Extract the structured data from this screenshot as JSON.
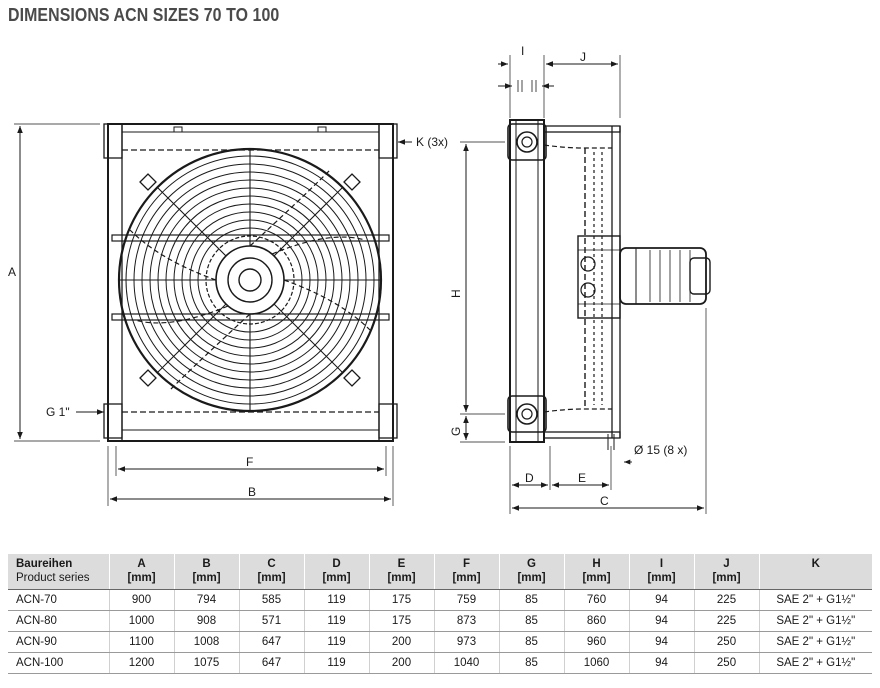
{
  "page": {
    "title": "DIMENSIONS ACN SIZES 70 TO 100"
  },
  "drawing": {
    "labels": {
      "a": "A",
      "b": "B",
      "c": "C",
      "d": "D",
      "e": "E",
      "f": "F",
      "g": "G",
      "g1": "G 1\"",
      "h": "H",
      "i": "I",
      "j": "J",
      "k": "K (3x)",
      "dia": "Ø 15 (8 x)"
    }
  },
  "table": {
    "header": {
      "series_de": "Baureihen",
      "series_en": "Product series",
      "unit": "[mm]",
      "columns": [
        "A",
        "B",
        "C",
        "D",
        "E",
        "F",
        "G",
        "H",
        "I",
        "J",
        "K"
      ]
    },
    "rows": [
      {
        "name": "ACN-70",
        "cells": [
          "900",
          "794",
          "585",
          "119",
          "175",
          "759",
          "85",
          "760",
          "94",
          "225",
          "SAE 2\" + G1½\""
        ]
      },
      {
        "name": "ACN-80",
        "cells": [
          "1000",
          "908",
          "571",
          "119",
          "175",
          "873",
          "85",
          "860",
          "94",
          "225",
          "SAE 2\" + G1½\""
        ]
      },
      {
        "name": "ACN-90",
        "cells": [
          "1100",
          "1008",
          "647",
          "119",
          "200",
          "973",
          "85",
          "960",
          "94",
          "250",
          "SAE 2\" + G1½\""
        ]
      },
      {
        "name": "ACN-100",
        "cells": [
          "1200",
          "1075",
          "647",
          "119",
          "200",
          "1040",
          "85",
          "1060",
          "94",
          "250",
          "SAE 2\" + G1½\""
        ]
      }
    ]
  }
}
